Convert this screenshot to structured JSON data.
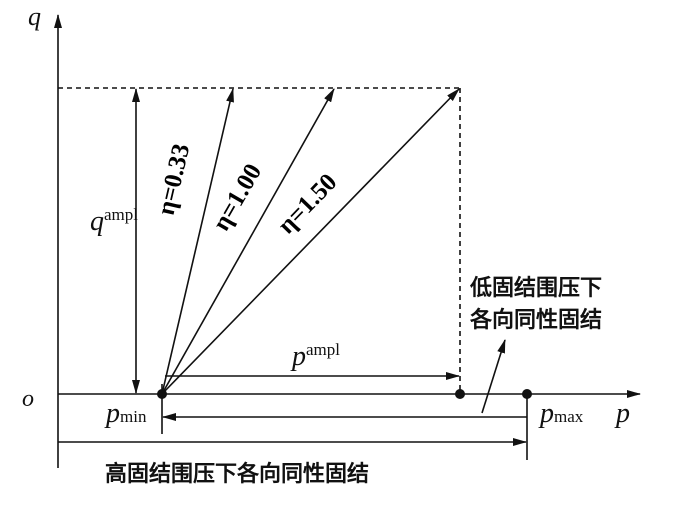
{
  "axes": {
    "q": "q",
    "p": "p",
    "origin": "o"
  },
  "labels": {
    "q_ampl": {
      "base": "q",
      "sup": "ampl"
    },
    "p_ampl": {
      "base": "p",
      "sup": "ampl"
    },
    "p_min": {
      "base": "p",
      "sub": "min"
    },
    "p_max": {
      "base": "p",
      "sub": "max"
    }
  },
  "paths": [
    {
      "label": "η=0.33"
    },
    {
      "label": "η=1.00"
    },
    {
      "label": "η=1.50"
    }
  ],
  "annotations": {
    "low_line1": "低固结围压下",
    "low_line2": "各向同性固结",
    "high": "高固结围压下各向同性固结"
  }
}
